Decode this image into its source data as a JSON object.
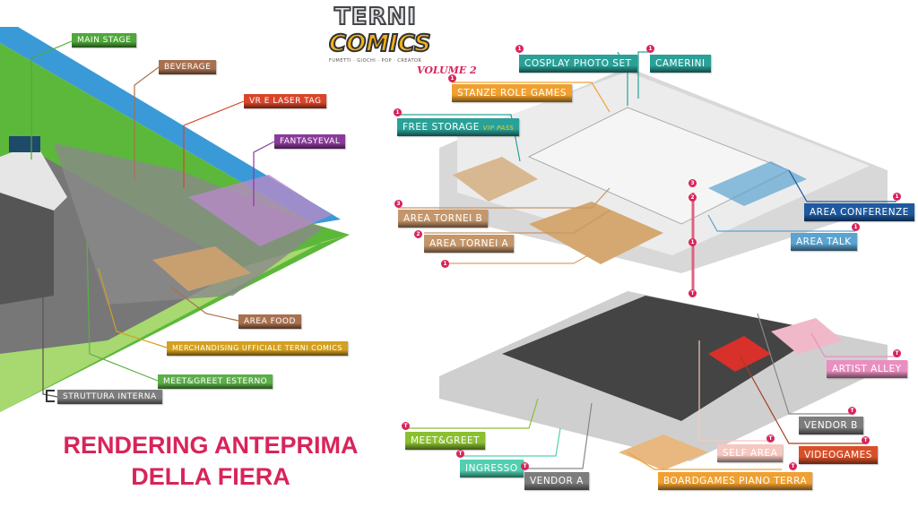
{
  "logo": {
    "line1": "TERNI",
    "line2": "COMICS",
    "tagline": "FUMETTI · GIOCHI · POP · CREATOR",
    "edition": "VOLUME 2"
  },
  "title": {
    "line1": "RENDERING ANTEPRIMA",
    "line2": "DELLA FIERA"
  },
  "outdoor_labels": [
    {
      "text": "MAIN STAGE",
      "color": "#4fa83a"
    },
    {
      "text": "BEVERAGE",
      "color": "#a8704f"
    },
    {
      "text": "VR E LASER TAG",
      "color": "#d9452a"
    },
    {
      "text": "FANTASYEVAL",
      "color": "#8a3a9a"
    },
    {
      "text": "AREA FOOD",
      "color": "#a8704f"
    },
    {
      "text": "MERCHANDISING UFFICIALE TERNI COMICS",
      "color": "#d4a020"
    },
    {
      "text": "MEET&GREET ESTERNO",
      "color": "#5cae48"
    },
    {
      "text": "STRUTTURA INTERNA",
      "color": "#7d7d7d"
    }
  ],
  "indoor_labels": [
    {
      "text": "COSPLAY PHOTO SET",
      "color": "#2aa198",
      "floor": "1"
    },
    {
      "text": "CAMERINI",
      "color": "#2aa198",
      "floor": "1"
    },
    {
      "text": "STANZE ROLE GAMES",
      "color": "#f0a030",
      "floor": "1"
    },
    {
      "text": "FREE STORAGE",
      "badge": "VIP PASS",
      "color": "#2aa198",
      "floor": "1"
    },
    {
      "text": "AREA TORNEI B",
      "color": "#c4966a",
      "floor": "3"
    },
    {
      "text": "AREA TORNEI A",
      "color": "#c4966a",
      "floor": "2"
    },
    {
      "text": "AREA CONFERENZE",
      "color": "#1e5aa0",
      "floor": "1"
    },
    {
      "text": "AREA TALK",
      "color": "#5ba3d0",
      "floor": "1"
    },
    {
      "text": "ARTIST ALLEY",
      "color": "#e88fc0",
      "floor": "T"
    },
    {
      "text": "VENDOR B",
      "color": "#7d7d7d",
      "floor": "T"
    },
    {
      "text": "VIDEOGAMES",
      "color": "#d8502a",
      "floor": "T"
    },
    {
      "text": "SELF AREA",
      "color": "#f5c8c0",
      "floor": "T"
    },
    {
      "text": "BOARDGAMES PIANO TERRA",
      "color": "#f0a030",
      "floor": "T"
    },
    {
      "text": "MEET&GREET",
      "color": "#8ac030",
      "floor": "T"
    },
    {
      "text": "INGRESSO",
      "color": "#50d0b0",
      "floor": "T"
    },
    {
      "text": "VENDOR A",
      "color": "#7d7d7d",
      "floor": "T"
    }
  ],
  "floor_pins": {
    "f1": "1",
    "f2": "2",
    "f3": "3",
    "t": "T"
  }
}
